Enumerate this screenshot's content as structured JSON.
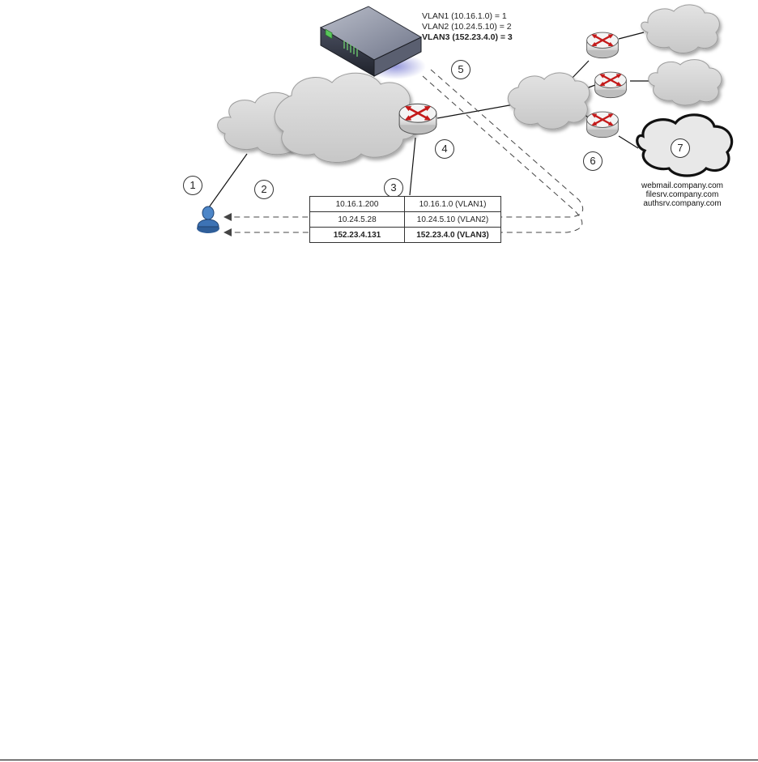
{
  "vlan_legend": [
    {
      "text": "VLAN1 (10.16.1.0) = 1",
      "bold": false
    },
    {
      "text": "VLAN2 (10.24.5.10) = 2",
      "bold": false
    },
    {
      "text": "VLAN3 (152.23.4.0) = 3",
      "bold": true
    }
  ],
  "numbers": [
    "1",
    "2",
    "3",
    "4",
    "5",
    "6",
    "7"
  ],
  "table": [
    {
      "ip": "10.16.1.200",
      "vlan": "10.16.1.0 (VLAN1)",
      "bold": false
    },
    {
      "ip": "10.24.5.28",
      "vlan": "10.24.5.10 (VLAN2)",
      "bold": false
    },
    {
      "ip": "152.23.4.131",
      "vlan": "152.23.4.0 (VLAN3)",
      "bold": true
    }
  ],
  "hosts": [
    "webmail.company.com",
    "filesrv.company.com",
    "authsrv.company.com"
  ],
  "colors": {
    "cloud": "#d4d4d4",
    "router_arrow": "#cc1f1f",
    "user": "#3d73b5",
    "server_top": "#8a8fa0"
  }
}
